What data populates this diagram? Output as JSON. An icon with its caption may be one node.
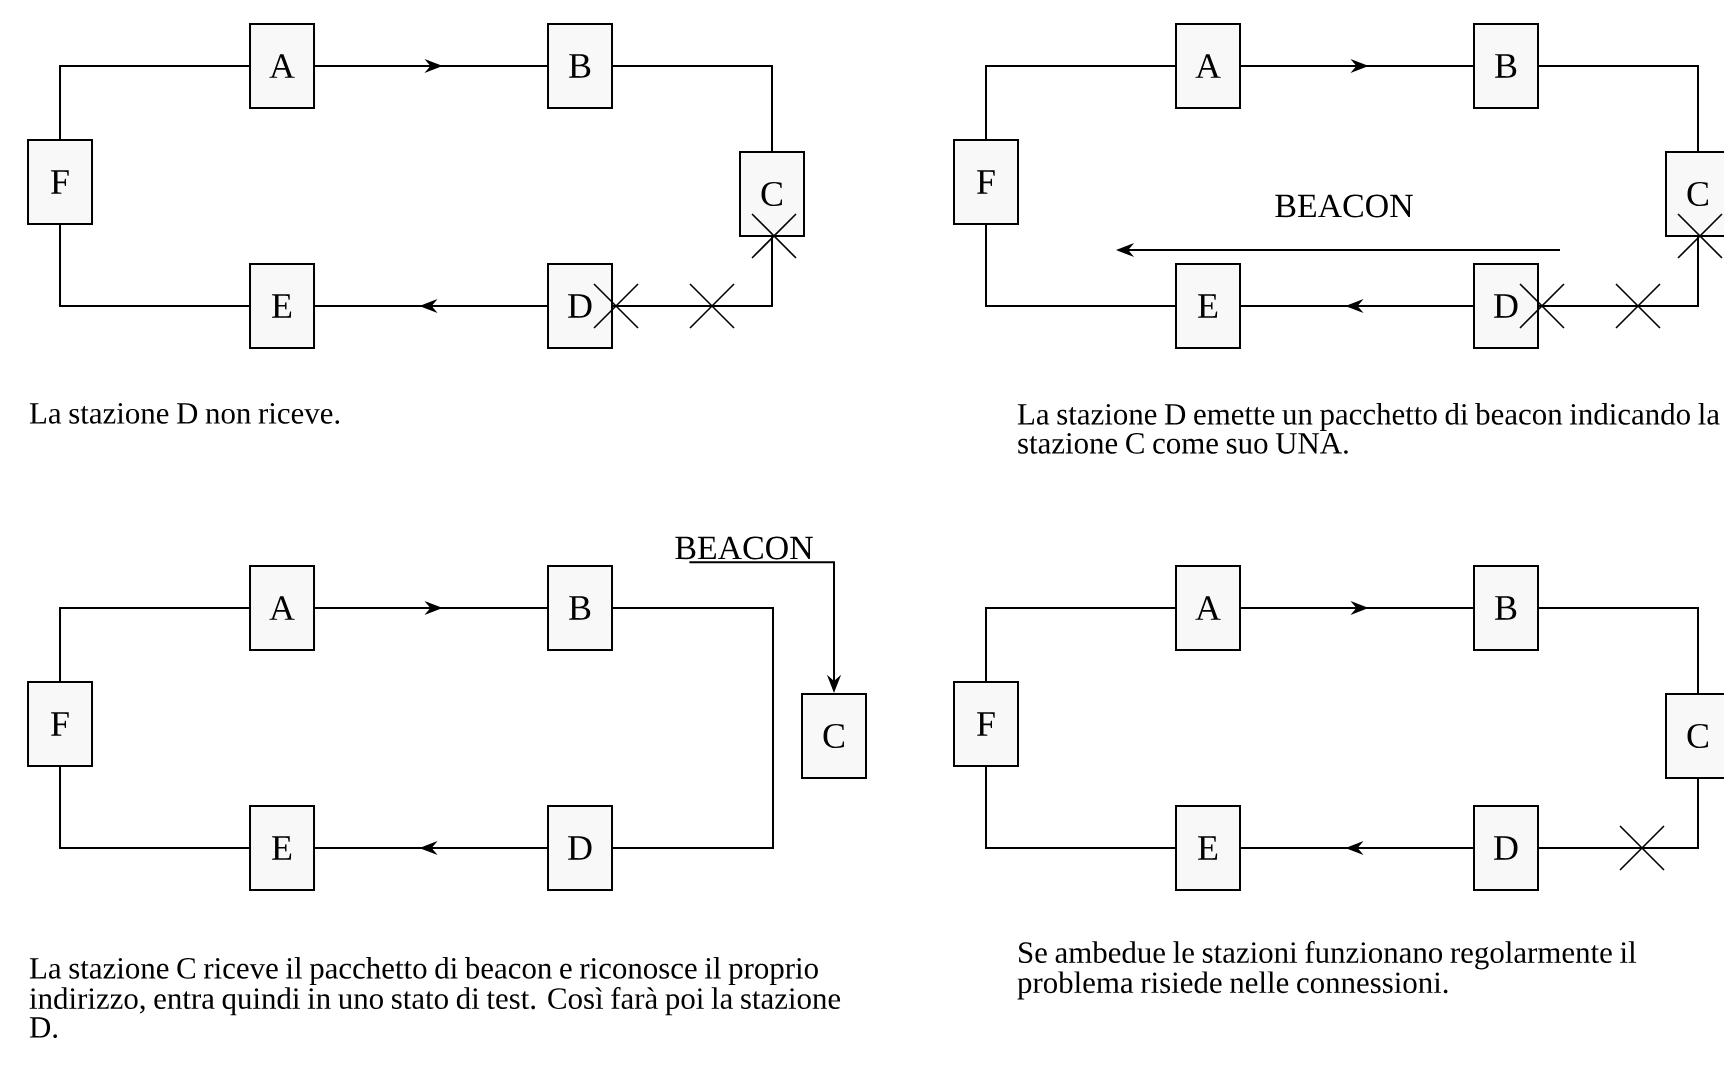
{
  "diagram": {
    "nodes": [
      {
        "text": [
          "A"
        ]
      },
      {
        "text": [
          "B"
        ]
      },
      {
        "text": [
          "F"
        ]
      },
      {
        "text": [
          "C"
        ]
      },
      {
        "text": [
          "E"
        ]
      },
      {
        "text": [
          "D"
        ]
      },
      {
        "text": [
          "A"
        ]
      },
      {
        "text": [
          "B"
        ]
      },
      {
        "text": [
          "F"
        ]
      },
      {
        "text": [
          "C"
        ]
      },
      {
        "text": [
          "E"
        ]
      },
      {
        "text": [
          "D"
        ]
      },
      {
        "text": [
          "A"
        ]
      },
      {
        "text": [
          "B"
        ]
      },
      {
        "text": [
          "F"
        ]
      },
      {
        "text": [
          "C"
        ]
      },
      {
        "text": [
          "E"
        ]
      },
      {
        "text": [
          "D"
        ]
      },
      {
        "text": [
          "BEACON"
        ]
      },
      {
        "text": [
          "A"
        ]
      },
      {
        "text": [
          "B"
        ]
      },
      {
        "text": [
          "F"
        ]
      },
      {
        "text": [
          "C"
        ]
      },
      {
        "text": [
          "E"
        ]
      },
      {
        "text": [
          "D"
        ]
      }
    ],
    "edges": [
      {
        "from": 0,
        "to": 1,
        "arrow": "to"
      },
      {
        "from": 1,
        "to": 3,
        "arrow": "none"
      },
      {
        "from": 3,
        "to": 5,
        "arrow": "none"
      },
      {
        "from": 5,
        "to": 4,
        "arrow": "to"
      },
      {
        "from": 4,
        "to": 2,
        "arrow": "none"
      },
      {
        "from": 2,
        "to": 0,
        "arrow": "none"
      },
      {
        "from": 6,
        "to": 7,
        "arrow": "to"
      },
      {
        "from": 7,
        "to": 9,
        "arrow": "none"
      },
      {
        "from": 9,
        "to": 11,
        "arrow": "none"
      },
      {
        "from": 11,
        "to": 10,
        "arrow": "to"
      },
      {
        "from": 10,
        "to": 8,
        "arrow": "none"
      },
      {
        "from": 8,
        "to": 6,
        "arrow": "none"
      },
      {
        "from": 12,
        "to": 13,
        "arrow": "to"
      },
      {
        "from": 13,
        "to": 17,
        "arrow": "none"
      },
      {
        "from": 17,
        "to": 16,
        "arrow": "to"
      },
      {
        "from": 16,
        "to": 14,
        "arrow": "none"
      },
      {
        "from": 14,
        "to": 12,
        "arrow": "none"
      },
      {
        "from": 18,
        "to": 15,
        "arrow": "to"
      },
      {
        "from": 19,
        "to": 20,
        "arrow": "to"
      },
      {
        "from": 20,
        "to": 22,
        "arrow": "none"
      },
      {
        "from": 22,
        "to": 24,
        "arrow": "none"
      },
      {
        "from": 24,
        "to": 23,
        "arrow": "to"
      },
      {
        "from": 23,
        "to": 21,
        "arrow": "none"
      },
      {
        "from": 21,
        "to": 19,
        "arrow": "none"
      }
    ],
    "labels": [
      "BEACON",
      "La stazione D non riceve.",
      "La stazione D emette un pacchetto di beacon indicando la stazione C come suo UNA.",
      "La stazione C riceve il pacchetto di beacon e riconosce il proprio indirizzo, entra quindi in uno stato di test. Così farà poi la stazione D.",
      "Se ambedue le stazioni funzionano regolarmente il problema risiede nelle connessioni."
    ]
  }
}
